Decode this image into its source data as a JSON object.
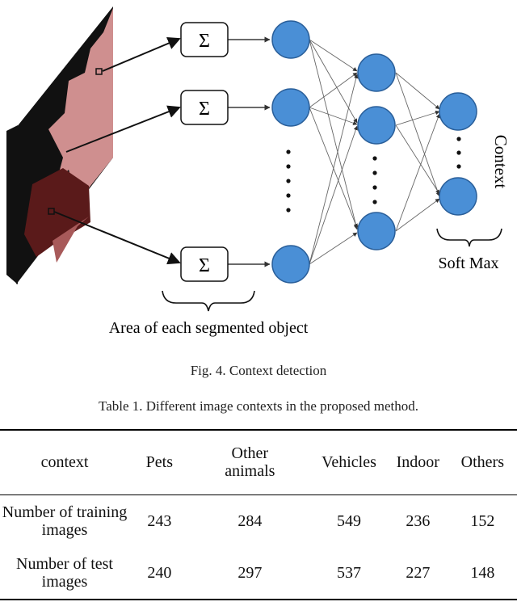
{
  "figure": {
    "sum_symbol": "Σ",
    "group_label": "Area of each segmented object",
    "softmax_label": "Soft Max",
    "context_label": "Context",
    "node_color": "#4a8fd6",
    "node_stroke": "#2a5f9a",
    "object_color": "#cf8f8f",
    "dark_object_color": "#5a1a1a"
  },
  "fig_caption": "Fig. 4. Context detection",
  "table_caption": "Table 1. Different image contexts in the proposed method.",
  "table": {
    "headers": [
      "context",
      "Pets",
      "Other animals",
      "Vehicles",
      "Indoor",
      "Others"
    ],
    "rows": [
      {
        "label": "Number of training images",
        "values": [
          "243",
          "284",
          "549",
          "236",
          "152"
        ]
      },
      {
        "label": "Number of test images",
        "values": [
          "240",
          "297",
          "537",
          "227",
          "148"
        ]
      }
    ]
  }
}
